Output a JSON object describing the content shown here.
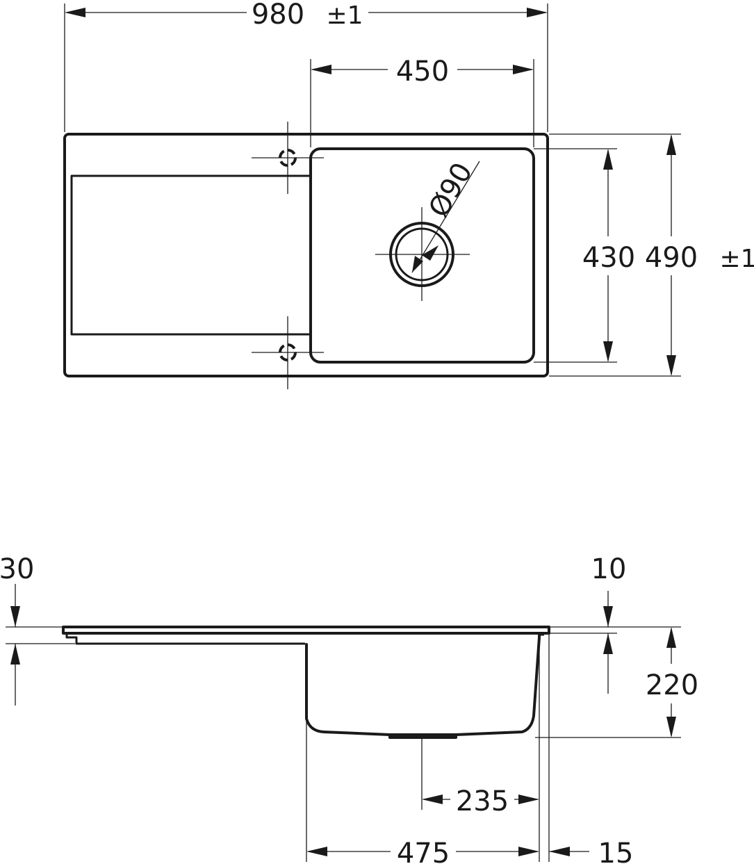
{
  "drawing": {
    "top_view": {
      "overall_width": "980",
      "overall_width_tol": "±1",
      "bowl_width": "450",
      "bowl_depth": "430",
      "overall_depth": "490",
      "overall_depth_tol": "±1",
      "drain_diameter": "Ø90"
    },
    "side_view": {
      "left_offset": "30",
      "rim_thickness": "10",
      "bowl_height": "220",
      "drain_offset": "235",
      "bowl_length": "475",
      "rim_overhang": "15"
    }
  }
}
